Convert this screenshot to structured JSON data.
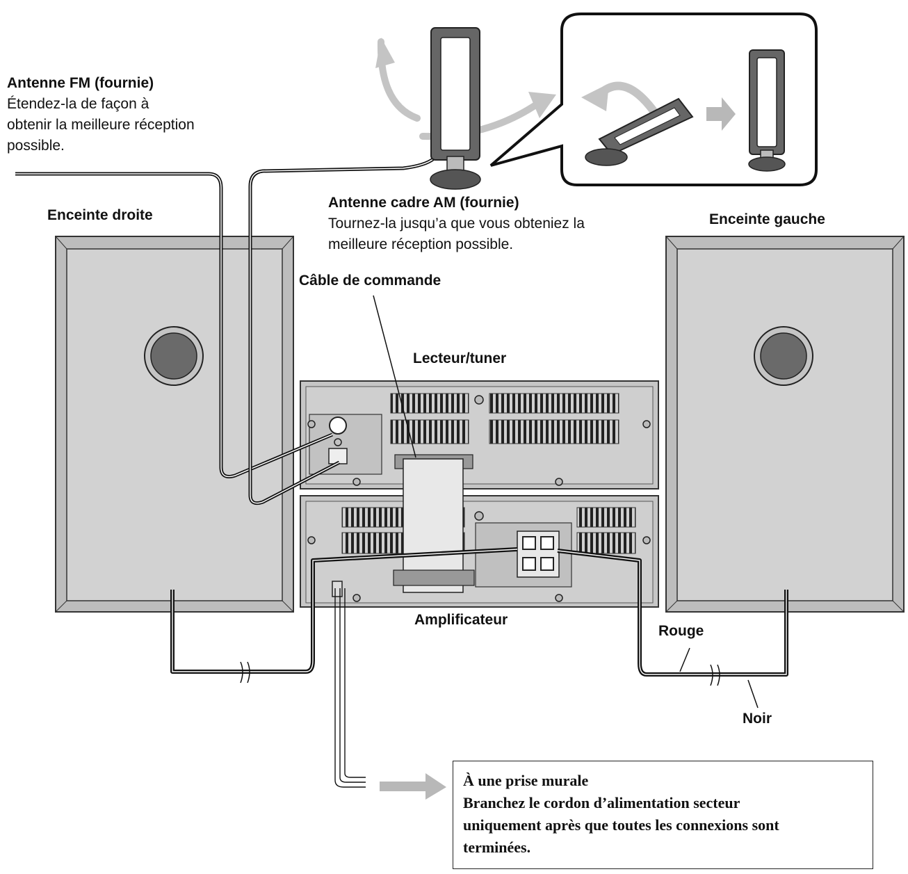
{
  "fm_antenna": {
    "title": "Antenne FM (fournie)",
    "desc_line1": "Étendez-la de façon à",
    "desc_line2": "obtenir la meilleure réception",
    "desc_line3": "possible."
  },
  "am_antenna": {
    "title": "Antenne cadre AM (fournie)",
    "desc_line1": "Tournez-la jusqu’a que vous obteniez la",
    "desc_line2": "meilleure réception possible."
  },
  "speakers": {
    "right": "Enceinte droite",
    "left": "Enceinte gauche"
  },
  "control_cable": "Câble de commande",
  "player_tuner": "Lecteur/tuner",
  "amplifier": "Amplificateur",
  "wire_colors": {
    "red": "Rouge",
    "black": "Noir"
  },
  "wall_outlet_note": {
    "line1": "À une prise murale",
    "line2": "Branchez le cordon d’alimentation secteur",
    "line3": "uniquement après que toutes les connexions sont",
    "line4": "terminées."
  },
  "colors": {
    "panel_gray": "#c8c8c8",
    "dark_gray": "#555555",
    "arrow_gray": "#b8b8b8",
    "line": "#111111"
  }
}
